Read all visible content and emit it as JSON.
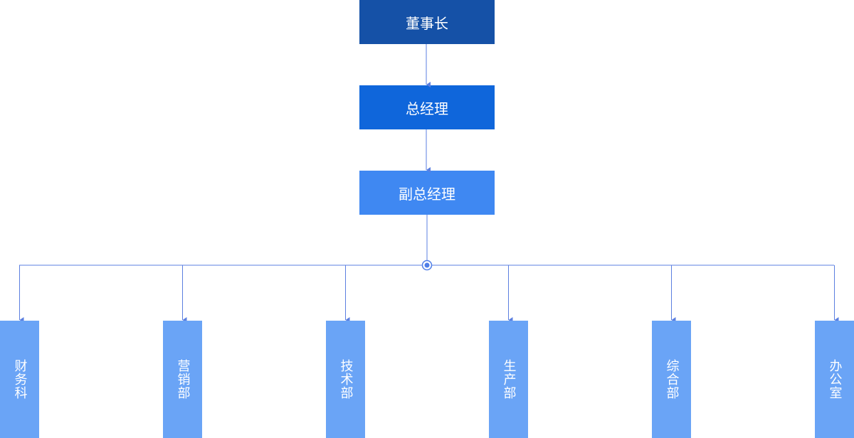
{
  "org_chart": {
    "levels": [
      {
        "id": "chairman",
        "label": "董事长",
        "color": "#1551a7"
      },
      {
        "id": "general_manager",
        "label": "总经理",
        "color": "#0f66db"
      },
      {
        "id": "deputy_general_manager",
        "label": "副总经理",
        "color": "#3f88f2"
      }
    ],
    "departments": [
      {
        "label": "财务科"
      },
      {
        "label": "营销部"
      },
      {
        "label": "技术部"
      },
      {
        "label": "生产部"
      },
      {
        "label": "综合部"
      },
      {
        "label": "办公室"
      }
    ],
    "department_color": "#6aa4f6",
    "connector_color": "#5b7fe0"
  }
}
